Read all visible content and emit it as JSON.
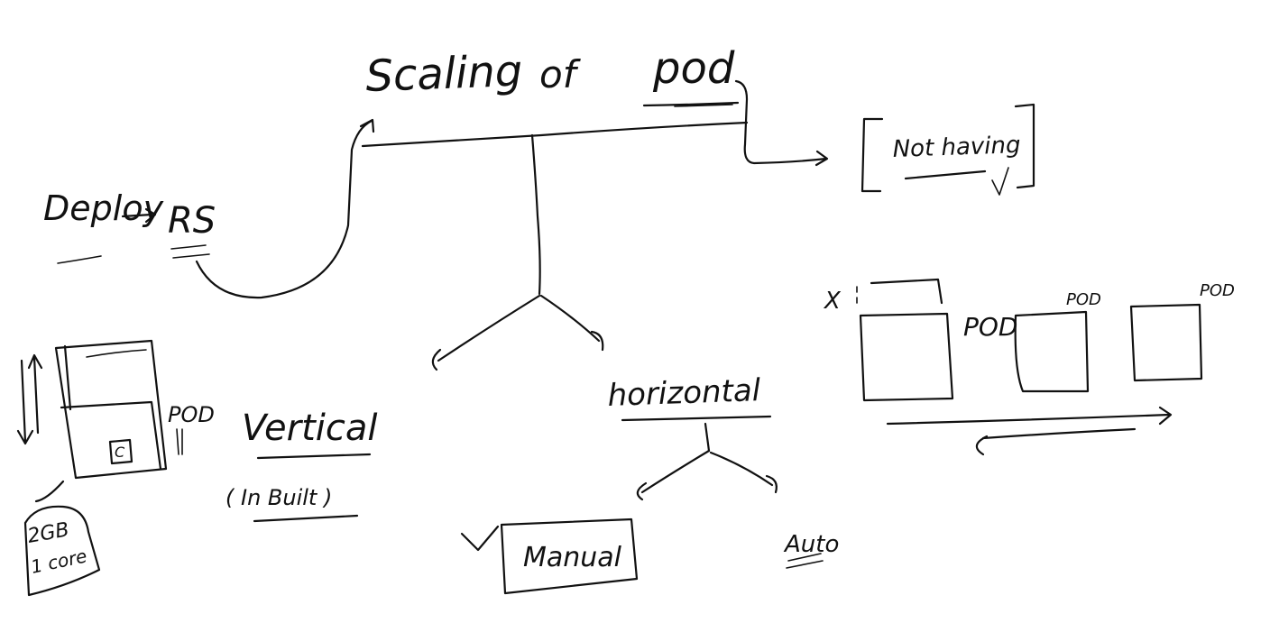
{
  "title": {
    "words": [
      "Scaling",
      "of",
      "pod"
    ]
  },
  "left_note": {
    "deploy": "Deploy",
    "arrow": "→",
    "rs": "RS"
  },
  "not_having": "Not having",
  "pod_labels": [
    "POD",
    "POD",
    "POD",
    "POD"
  ],
  "x_mark": "X",
  "vertical": {
    "label": "Vertical",
    "sub": "( In Built )"
  },
  "horizontal": {
    "label": "horizontal",
    "manual": "Manual",
    "auto": "Auto"
  },
  "resource": {
    "line1": "2GB",
    "line2": "1 core"
  },
  "container_mark": "C"
}
